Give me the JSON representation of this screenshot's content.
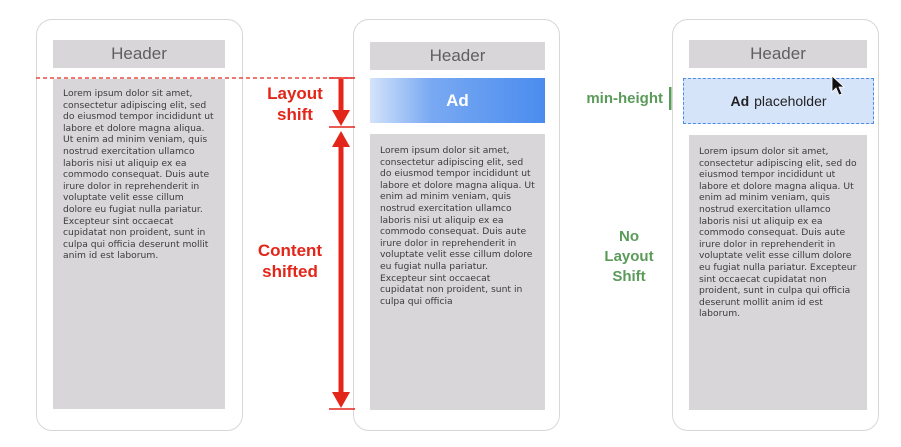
{
  "header_label": "Header",
  "lorem_short": "Lorem ipsum dolor sit amet, consectetur adipiscing elit, sed do eiusmod tempor incididunt ut labore et dolore magna aliqua. Ut enim ad minim veniam, quis nostrud exercitation ullamco laboris nisi ut aliquip ex ea commodo consequat. Duis aute irure dolor in reprehenderit in voluptate velit esse cillum dolore eu fugiat nulla pariatur. Excepteur sint occaecat cupidatat non proident, sunt in culpa qui officia deserunt mollit anim id est laborum.",
  "lorem_cut": "Lorem ipsum dolor sit amet, consectetur adipiscing elit, sed do eiusmod tempor incididunt ut labore et dolore magna aliqua. Ut enim ad minim veniam, quis nostrud exercitation ullamco laboris nisi ut aliquip ex ea commodo consequat. Duis aute irure dolor in reprehenderit in voluptate velit esse cillum dolore eu fugiat nulla pariatur. Excepteur sint occaecat cupidatat non proident, sunt in culpa qui officia",
  "labels": {
    "layout_shift_1": "Layout",
    "layout_shift_2": "shift",
    "content_shifted_1": "Content",
    "content_shifted_2": "shifted",
    "ad": "Ad",
    "min_height": "min-height",
    "ad_placeholder_bold": "Ad",
    "ad_placeholder_rest": "placeholder",
    "no_layout_shift_1": "No",
    "no_layout_shift_2": "Layout",
    "no_layout_shift_3": "Shift"
  },
  "colors": {
    "shift_red": "#e3261a",
    "ok_green": "#5b9b5a",
    "ad_blue": "#4a8cee"
  }
}
